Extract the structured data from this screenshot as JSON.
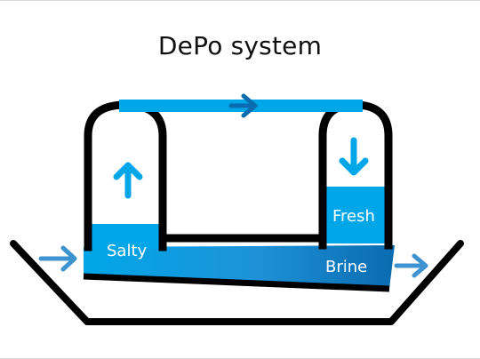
{
  "diagram": {
    "title": "DePo system",
    "labels": {
      "salty": "Salty",
      "fresh": "Fresh",
      "brine": "Brine"
    }
  },
  "colors": {
    "accent": "#00A7E8",
    "accent_dark": "#0A6BB0",
    "stroke": "#000000",
    "background": "#FFFFFF"
  },
  "icons": [
    "arrow-right-icon",
    "arrow-up-icon",
    "arrow-down-icon"
  ]
}
